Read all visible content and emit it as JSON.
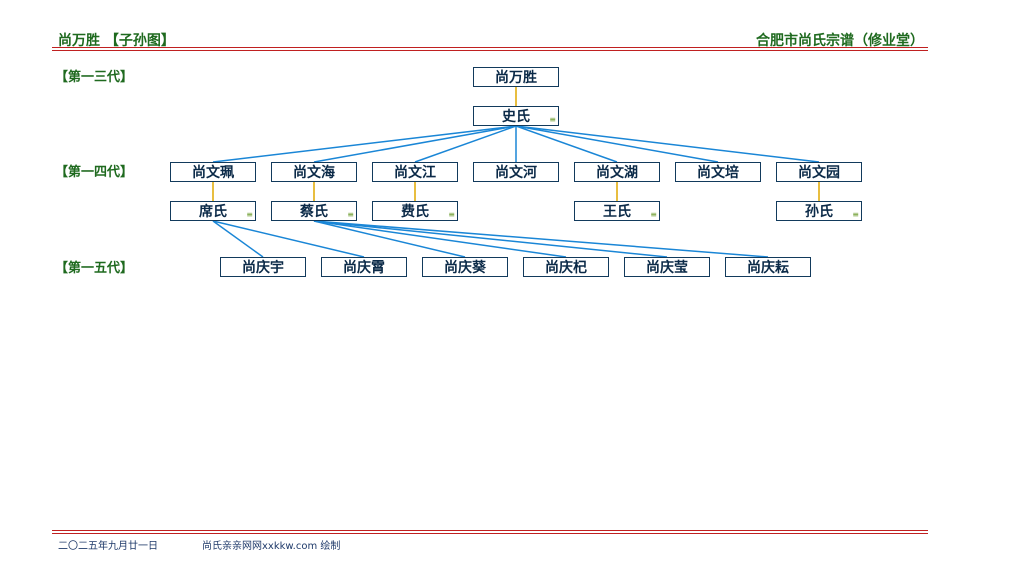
{
  "header": {
    "left": "尚万胜 【子孙图】",
    "right": "合肥市尚氏宗谱（修业堂）"
  },
  "generations": [
    "【第一三代】",
    "【第一四代】",
    "【第一五代】"
  ],
  "nodes": {
    "wansheng": "尚万胜",
    "shi": "史氏",
    "wenpei": "尚文珮",
    "wenhai": "尚文海",
    "wenjiang": "尚文江",
    "wenhe": "尚文河",
    "wenhu": "尚文湖",
    "wenpei2": "尚文培",
    "wenyuan": "尚文园",
    "xi": "席氏",
    "cai": "蔡氏",
    "fei": "费氏",
    "wang": "王氏",
    "sun": "孙氏",
    "qingyu": "尚庆宇",
    "qingxiao": "尚庆霄",
    "qingkui": "尚庆葵",
    "qingqi": "尚庆杞",
    "qingying": "尚庆莹",
    "qingyun": "尚庆耘"
  },
  "spouse_mark": "≡",
  "colors": {
    "descent_line": "#1a86d6",
    "marriage_line": "#e0a800",
    "header": "#1f6a1f",
    "rule": "#c02020"
  },
  "footer": {
    "date": "二〇二五年九月廿一日",
    "site": "尚氏亲亲网网xxkkw.com 绘制"
  }
}
